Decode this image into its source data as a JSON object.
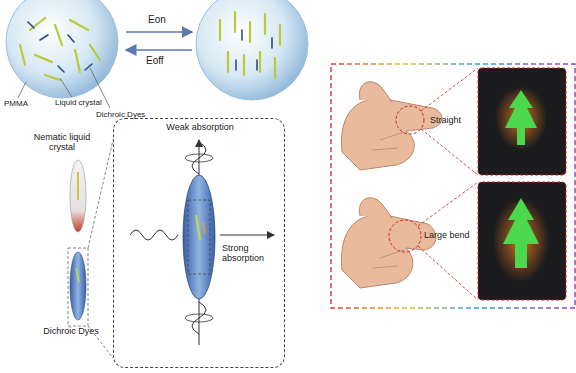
{
  "diagram": {
    "nodes": [
      {
        "text": [
          "Weak absorption",
          "Strong absorption"
        ]
      }
    ],
    "labels": [
      "Eon",
      "Eoff",
      "PMMA",
      "Liquid crystal",
      "Dichroic Dyes",
      "Nematic liquid crystal",
      "Dichroic Dyes",
      "Straight",
      "Large bend"
    ]
  }
}
